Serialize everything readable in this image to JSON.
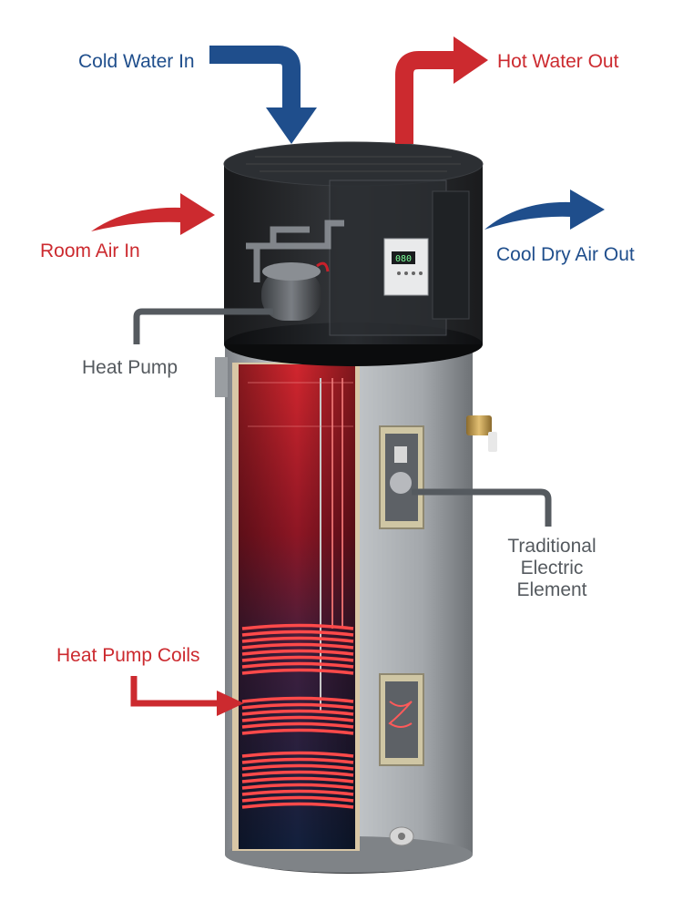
{
  "labels": {
    "cold_water_in": "Cold Water In",
    "hot_water_out": "Hot Water Out",
    "room_air_in": "Room Air In",
    "cool_dry_air_out": "Cool Dry Air Out",
    "heat_pump": "Heat Pump",
    "traditional_electric_element": [
      "Traditional",
      "Electric",
      "Element"
    ],
    "heat_pump_coils": "Heat Pump Coils"
  },
  "display_readout": "080",
  "colors": {
    "blue_arrow": "#1f4e8c",
    "red_arrow": "#cc2a2f",
    "gray_callout": "#555a5f",
    "tank_shell": "#a9adb1",
    "heat_pump_housing": "#1b1d20",
    "hot_water": "#c8202a",
    "cold_water": "#1a2a4e",
    "coil": "#ff4a4a"
  },
  "icons": {
    "cold_water_arrow": "arrow-down-icon",
    "hot_water_arrow": "arrow-right-icon",
    "room_air_arrow": "curved-arrow-right-icon",
    "cool_air_arrow": "curved-arrow-right-icon"
  }
}
